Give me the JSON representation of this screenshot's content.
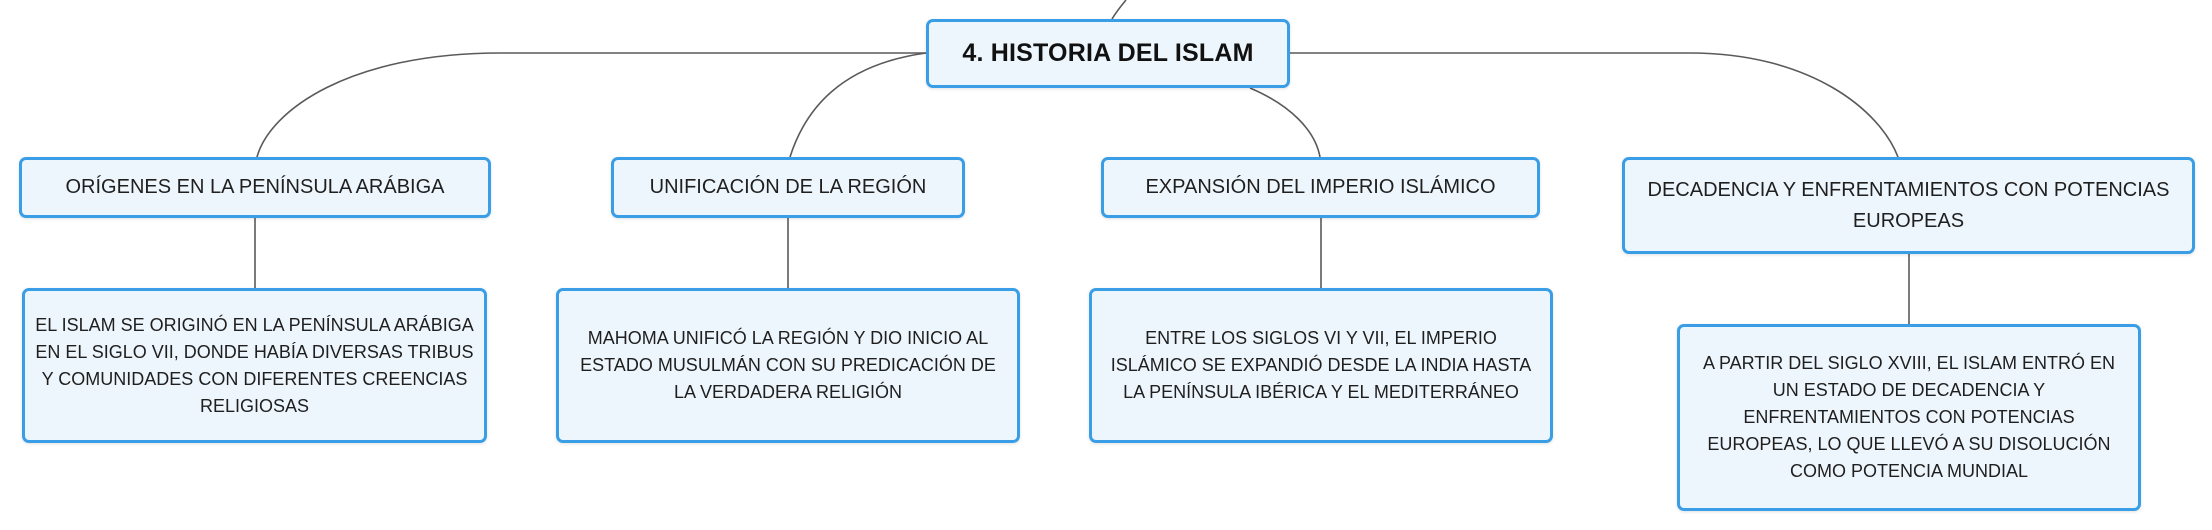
{
  "root": {
    "label": "4. HISTORIA DEL ISLAM"
  },
  "branches": [
    {
      "title": "ORÍGENES EN LA PENÍNSULA ARÁBIGA",
      "detail": "EL ISLAM SE ORIGINÓ EN LA PENÍNSULA ARÁBIGA EN EL SIGLO VII, DONDE HABÍA DIVERSAS TRIBUS Y COMUNIDADES CON DIFERENTES CREENCIAS RELIGIOSAS"
    },
    {
      "title": "UNIFICACIÓN DE LA REGIÓN",
      "detail": "MAHOMA UNIFICÓ LA REGIÓN Y DIO INICIO AL ESTADO MUSULMÁN CON SU PREDICACIÓN DE LA VERDADERA RELIGIÓN"
    },
    {
      "title": "EXPANSIÓN DEL IMPERIO ISLÁMICO",
      "detail": "ENTRE LOS SIGLOS VI Y VII, EL IMPERIO ISLÁMICO SE EXPANDIÓ DESDE LA INDIA HASTA LA PENÍNSULA IBÉRICA Y EL MEDITERRÁNEO"
    },
    {
      "title": "DECADENCIA Y ENFRENTAMIENTOS CON POTENCIAS EUROPEAS",
      "detail": "A PARTIR DEL SIGLO XVIII, EL ISLAM ENTRÓ EN UN ESTADO DE DECADENCIA Y ENFRENTAMIENTOS CON POTENCIAS EUROPEAS, LO QUE LLEVÓ A SU DISOLUCIÓN COMO POTENCIA MUNDIAL"
    }
  ],
  "colors": {
    "node_border": "#3a9ee6",
    "node_fill": "#eef6fd",
    "connector": "#5a5a5a"
  }
}
